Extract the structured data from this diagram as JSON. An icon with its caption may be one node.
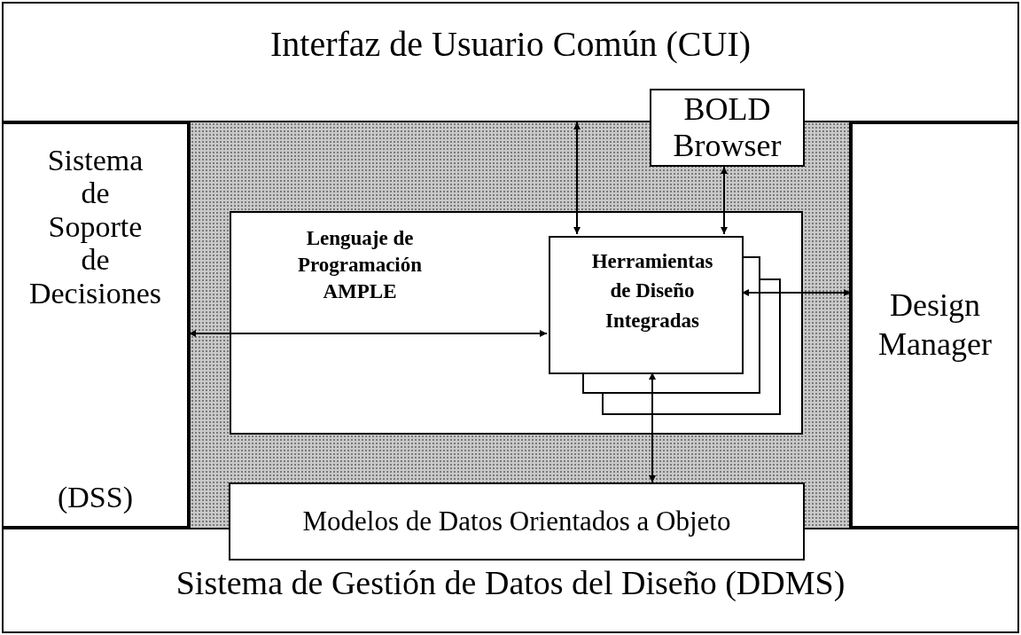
{
  "diagram": {
    "nodes": [
      {
        "text": [
          "Interfaz de Usuario Común (CUI)"
        ]
      },
      {
        "text": [
          "BOLD Browser"
        ]
      },
      {
        "text": [
          "Sistema de Soporte de Decisiones",
          "(DSS)"
        ]
      },
      {
        "text": [
          "Lenguaje de Programación AMPLE"
        ]
      },
      {
        "text": [
          "Herramientas de Diseño Integradas"
        ],
        "in": 3
      },
      {
        "text": [
          "Design Manager"
        ]
      },
      {
        "text": [
          "Modelos de Datos Orientados a Objeto"
        ]
      },
      {
        "text": [
          "Sistema de Gestión de Datos del Diseño (DDMS)"
        ]
      }
    ],
    "edges": [
      {
        "from": 0,
        "to": 4,
        "arrow": "both"
      },
      {
        "from": 1,
        "to": 4,
        "arrow": "both"
      },
      {
        "from": 2,
        "to": 4,
        "arrow": "both"
      },
      {
        "from": 4,
        "to": 5,
        "arrow": "both"
      },
      {
        "from": 4,
        "to": 6,
        "arrow": "both"
      }
    ]
  }
}
